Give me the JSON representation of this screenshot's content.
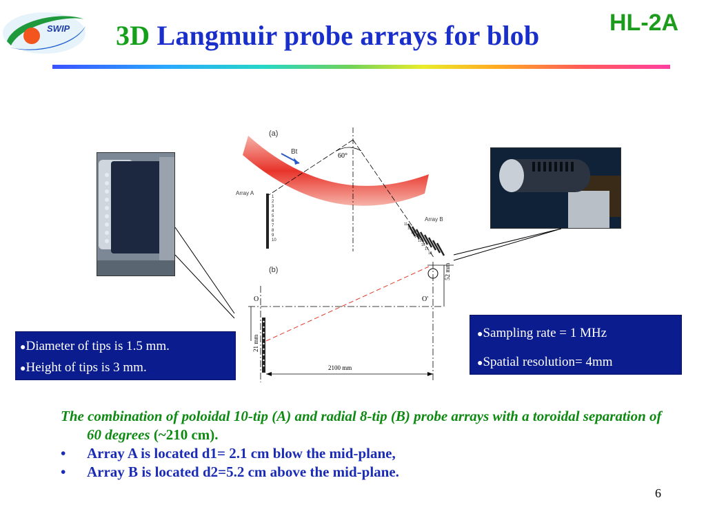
{
  "header": {
    "logo_text": "SWIP",
    "title_part1": "3D",
    "title_part2": "Langmuir probe arrays for blob",
    "corner_label": "HL-2A"
  },
  "diagram": {
    "panel_a_label": "(a)",
    "panel_b_label": "(b)",
    "field_label": "Bt",
    "angle_label": "60°",
    "array_a_label": "Array A",
    "array_b_label": "Array B",
    "array_a_tips": [
      "1",
      "2",
      "3",
      "4",
      "5",
      "6",
      "7",
      "8",
      "9",
      "10"
    ],
    "array_b_tips": [
      "11",
      "12",
      "13",
      "14",
      "15",
      "16",
      "17",
      "18"
    ],
    "origin_o": "O",
    "origin_o_prime": "O'",
    "dim_52": "52 mm",
    "dim_21": "21 mm",
    "dim_2100": "2100 mm"
  },
  "left_box": {
    "line1": "Diameter of tips is 1.5 mm.",
    "line2": "Height of  tips is 3 mm."
  },
  "right_box": {
    "line1": "Sampling rate = 1 MHz",
    "line2": "Spatial resolution= 4mm"
  },
  "description": {
    "intro": "The combination of poloidal 10-tip (A) and radial 8-tip (B) probe arrays with a toroidal separation of 60 degrees",
    "intro_tail": " (~210 cm).",
    "bullets": [
      "Array A is located d1= 2.1 cm blow the mid-plane,",
      "Array B is located d2=5.2 cm above the mid-plane."
    ]
  },
  "page_number": "6",
  "colors": {
    "title_blue": "#1a2fc9",
    "title_green": "#14a01a",
    "box_blue": "#0b1d8e",
    "plasma_red": "#e8342a"
  }
}
